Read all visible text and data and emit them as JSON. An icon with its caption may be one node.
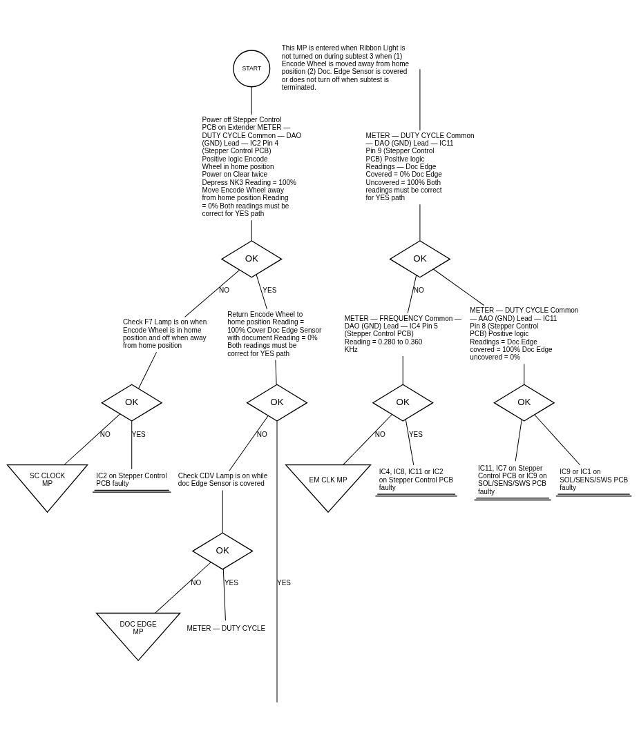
{
  "diagram": {
    "nodes": [
      {
        "text": [
          "START"
        ],
        "beside": [
          "This MP is entered when Ribbon Light is not turned on during subtest 3 when (1) Encode Wheel is moved away from home position (2) Doc. Edge Sensor is covered or does not turn off when subtest is terminated."
        ]
      },
      {
        "text": [
          "Power off Stepper Control PCB on Extender METER — DUTY CYCLE Common — DAO (GND) Lead — IC2 Pin 4 (Stepper Control PCB) Positive logic Encode Wheel in home position Power on Clear twice Depress NK3 Reading = 100% Move Encode Wheel away from home position Reading = 0% Both readings must be correct for YES path"
        ]
      },
      {
        "text": [
          "OK"
        ]
      },
      {
        "text": [
          "Check F7 Lamp is on when Encode Wheel is in home position and off when away from home position"
        ]
      },
      {
        "text": [
          "OK"
        ]
      },
      {
        "text": [
          "SC CLOCK MP"
        ]
      },
      {
        "text": [
          "IC2 on Stepper Control PCB faulty"
        ]
      },
      {
        "text": [
          "Return Encode Wheel to home position Reading = 100% Cover Doc Edge Sensor with document Reading = 0% Both readings must be correct for YES path"
        ]
      },
      {
        "text": [
          "OK"
        ]
      },
      {
        "text": [
          "Check CDV Lamp is on while doc Edge Sensor is covered"
        ]
      },
      {
        "text": [
          "OK"
        ]
      },
      {
        "text": [
          "DOC EDGE MP"
        ]
      },
      {
        "text": [
          "METER — DUTY CYCLE"
        ]
      },
      {
        "text": [
          "METER — DUTY CYCLE Common — DAO (GND) Lead — IC11 Pin 9 (Stepper Control PCB) Positive logic Readings — Doc Edge Covered = 0% Doc Edge Uncovered = 100% Both readings must be correct for YES path"
        ]
      },
      {
        "text": [
          "OK"
        ]
      },
      {
        "text": [
          "METER — FREQUENCY Common — DAO (GND) Lead — IC4 Pin 5 (Stepper Control PCB) Reading = 0.280 to 0.360 KHz"
        ]
      },
      {
        "text": [
          "OK"
        ]
      },
      {
        "text": [
          "EM CLK MP"
        ]
      },
      {
        "text": [
          "IC4, IC8, IC11 or IC2 on Stepper Control PCB faulty"
        ]
      },
      {
        "text": [
          "METER — DUTY CYCLE Common — AAO (GND) Lead — IC11 Pin 8 (Stepper Control PCB) Positive logic Readings = Doc Edge covered = 100% Doc Edge uncovered = 0%"
        ]
      },
      {
        "text": [
          "OK"
        ]
      },
      {
        "text": [
          "IC11, IC7 on Stepper Control PCB or IC9 on SOL/SENS/SWS PCB faulty"
        ]
      },
      {
        "text": [
          "IC9 or IC1 on SOL/SENS/SWS PCB faulty"
        ]
      }
    ],
    "edges": [
      {
        "from": 0,
        "to": 1,
        "arrow": "none"
      },
      {
        "from": 1,
        "to": 2,
        "arrow": "none"
      },
      {
        "from": 2,
        "to": 3,
        "arrow": "none",
        "label": "NO"
      },
      {
        "from": 2,
        "to": 7,
        "arrow": "none",
        "label": "YES"
      },
      {
        "from": 3,
        "to": 4,
        "arrow": "none"
      },
      {
        "from": 4,
        "to": 5,
        "arrow": "none",
        "label": "NO"
      },
      {
        "from": 4,
        "to": 6,
        "arrow": "none",
        "label": "YES"
      },
      {
        "from": 7,
        "to": 8,
        "arrow": "none"
      },
      {
        "from": 8,
        "to": 9,
        "arrow": "none",
        "label": "NO"
      },
      {
        "from": 8,
        "to": null,
        "arrow": "none",
        "label": "YES"
      },
      {
        "from": 9,
        "to": 10,
        "arrow": "none"
      },
      {
        "from": 10,
        "to": 11,
        "arrow": "none",
        "label": "NO"
      },
      {
        "from": 10,
        "to": 12,
        "arrow": "none",
        "label": "YES"
      },
      {
        "from": null,
        "to": 13,
        "arrow": "none"
      },
      {
        "from": 13,
        "to": 14,
        "arrow": "none"
      },
      {
        "from": 14,
        "to": 15,
        "arrow": "none",
        "label": "NO"
      },
      {
        "from": 14,
        "to": 19,
        "arrow": "none"
      },
      {
        "from": 15,
        "to": 16,
        "arrow": "none"
      },
      {
        "from": 16,
        "to": 17,
        "arrow": "none",
        "label": "NO"
      },
      {
        "from": 16,
        "to": 18,
        "arrow": "none",
        "label": "YES"
      },
      {
        "from": 19,
        "to": 20,
        "arrow": "none"
      },
      {
        "from": 20,
        "to": 21,
        "arrow": "none"
      },
      {
        "from": 20,
        "to": 22,
        "arrow": "none"
      }
    ]
  }
}
